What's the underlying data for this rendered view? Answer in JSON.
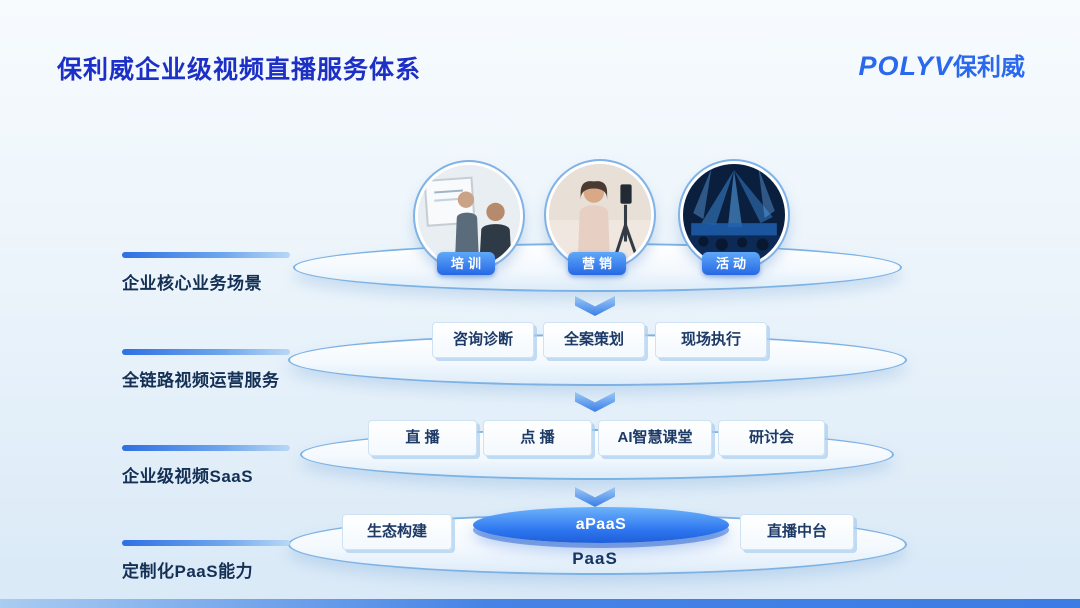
{
  "header": {
    "title": "保利威企业级视频直播服务体系",
    "logo_en": "POLYV",
    "logo_cn": "保利威"
  },
  "rows": {
    "scenarios": {
      "label": "企业核心业务场景",
      "badges": [
        "培训",
        "营销",
        "活动"
      ]
    },
    "operation": {
      "label": "全链路视频运营服务",
      "items": [
        "咨询诊断",
        "全案策划",
        "现场执行"
      ]
    },
    "saas": {
      "label": "企业级视频SaaS",
      "items": [
        "直 播",
        "点 播",
        "AI智慧课堂",
        "研讨会"
      ]
    },
    "paas": {
      "label": "定制化PaaS能力",
      "items": [
        "生态构建",
        "aPaaS",
        "直播中台"
      ],
      "platform_label": "PaaS"
    }
  },
  "colors": {
    "title_blue": "#1c2fc6",
    "brand_blue": "#2a68ee",
    "badge_blue": "#2f74ec",
    "platform_stroke": "#7db2e4",
    "bottom_bar_blue": "#3c7ce4"
  }
}
